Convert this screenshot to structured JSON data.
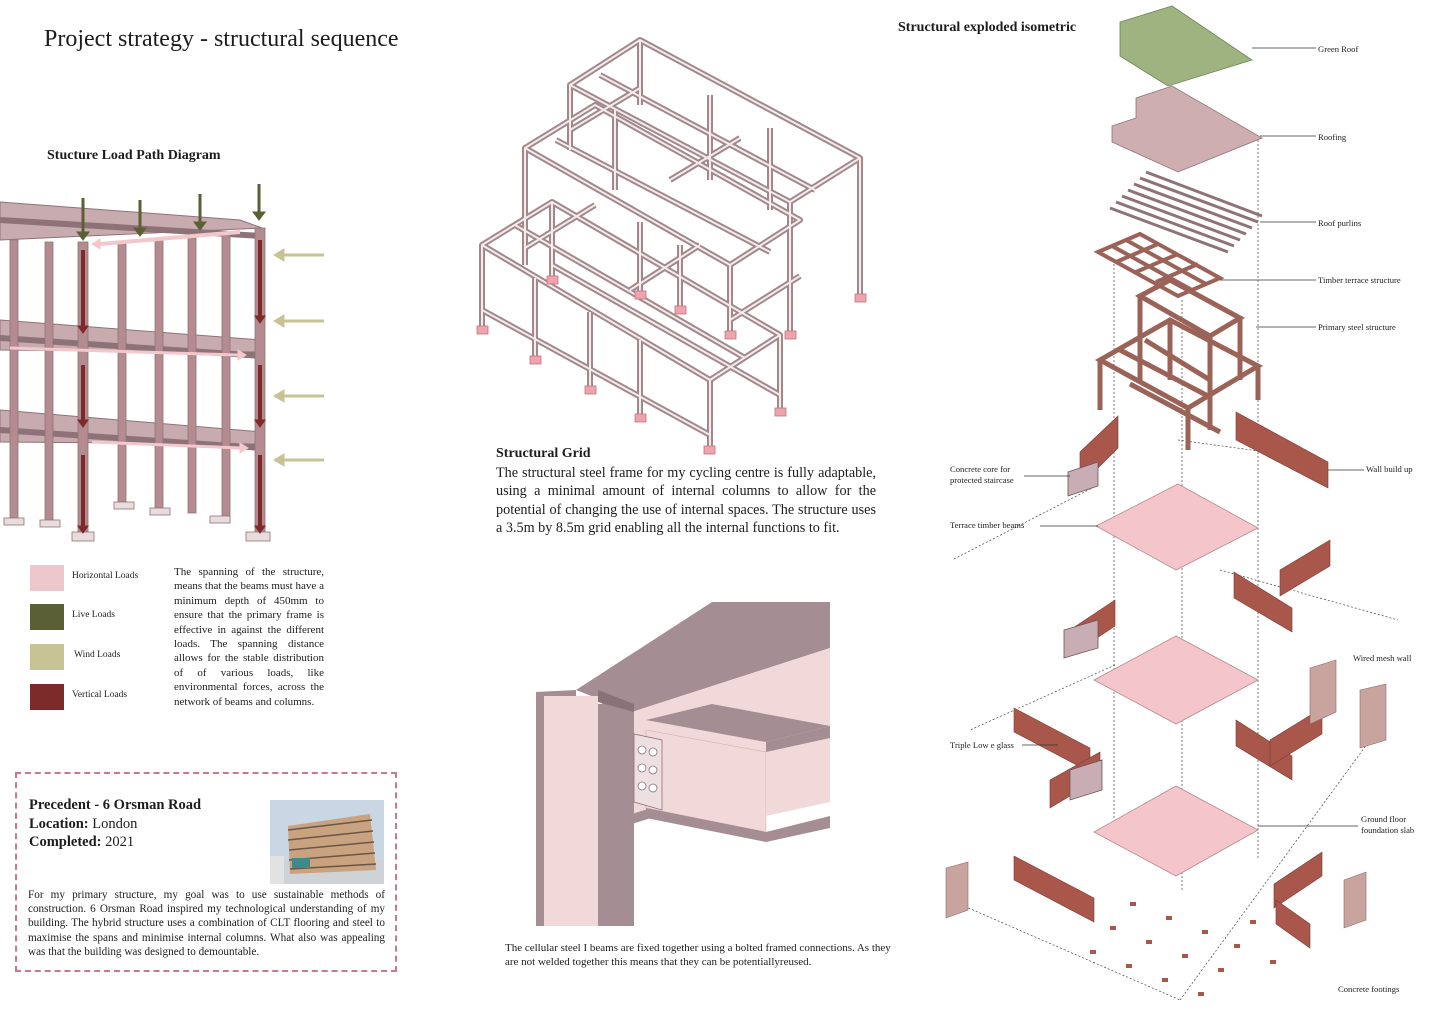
{
  "page": {
    "title": "Project strategy - structural sequence",
    "load_path_title": "Stucture Load Path Diagram",
    "isometric_title": "Structural exploded isometric"
  },
  "colors": {
    "horizontal": "#ecc7cb",
    "live": "#5a5f36",
    "wind": "#c7c394",
    "vertical": "#7d2a2a",
    "frame": "#a0898c",
    "frame_fill": "#f6e4e4",
    "pink_floor": "#f4c6cc",
    "brick": "#a9574b",
    "green_roof": "#9eb37f",
    "roof": "#cfaeb2",
    "timber": "#9b6357",
    "precedent_border": "#c97a88"
  },
  "legend": [
    {
      "label": "Horizontal Loads",
      "color": "#ecc7cb"
    },
    {
      "label": "Live Loads",
      "color": "#5a5f36"
    },
    {
      "label": "Wind Loads",
      "color": "#c7c394"
    },
    {
      "label": "Vertical Loads",
      "color": "#7d2a2a"
    }
  ],
  "load_text": "The spanning of the structure, means that the beams must have a minimum depth of 450mm to ensure that the primary frame is effective in against the different loads. The spanning distance allows for the stable distribution of of various loads, like environmental forces, across the network of beams and columns.",
  "precedent": {
    "title": "Precedent - 6 Orsman Road",
    "location_label": "Location:",
    "location_value": "London",
    "completed_label": "Completed:",
    "completed_value": "2021",
    "text": "For my primary structure, my goal was to use sustainable methods of construction. 6 Orsman Road inspired my technological understanding of my building.  The hybrid structure uses a combination of CLT flooring and steel to maximise the spans and minimise internal columns. What also was appealing was that the building was designed to demountable."
  },
  "structural_grid": {
    "heading": "Structural Grid",
    "text": "The structural steel frame for my cycling centre is fully adaptable, using a minimal amount of internal columns to allow for the potential of changing the use of internal spaces. The structure uses a 3.5m by 8.5m  grid enabling all the internal functions to fit."
  },
  "detail_caption": "The cellular steel I beams are fixed together using a bolted framed connections. As they are not welded together this means that they can be potentiallyreused.",
  "iso_labels": [
    "Green Roof",
    "Roofing",
    "Roof purlins",
    "Timber terrace structure",
    "Primary steel structure",
    "Wall build up",
    "Concrete core for protected staircase",
    "Terrace timber beams",
    "Wired mesh wall",
    "Triple Low e glass",
    "Ground floor foundation slab",
    "Concrete footings"
  ]
}
